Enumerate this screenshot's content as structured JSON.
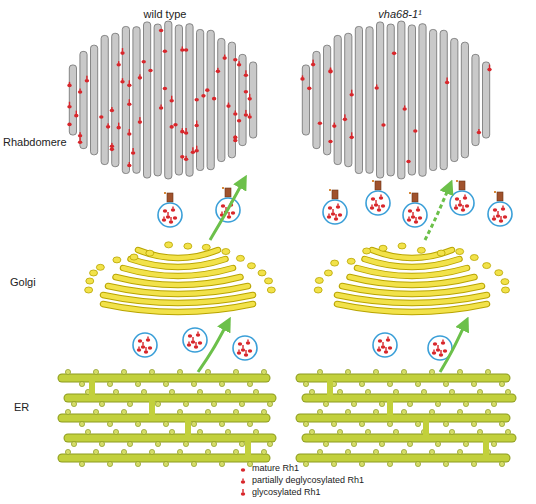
{
  "diagram": {
    "labels": [
      "wild type",
      "vha68-1¹",
      "Rhabdomere",
      "Golgi",
      "ER"
    ],
    "legend": [
      {
        "text": "mature Rh1"
      },
      {
        "text": "partially deglycosylated Rh1"
      },
      {
        "text": "glycosylated Rh1"
      }
    ]
  }
}
